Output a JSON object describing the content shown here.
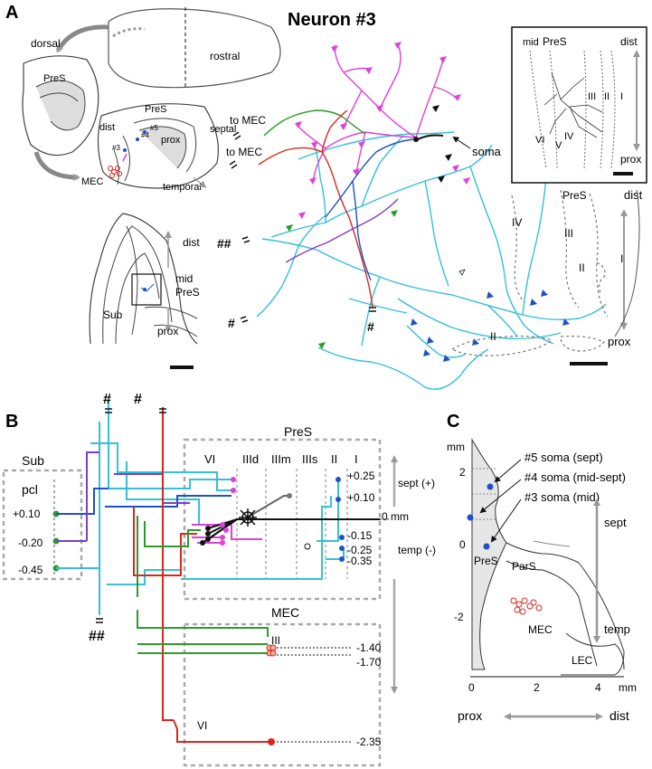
{
  "panel_a": {
    "letter": "A",
    "title": "Neuron #3",
    "brain_rostral": "rostral",
    "brain_dorsal": "dorsal",
    "slice_pres": "PreS",
    "slice2_pres": "PreS",
    "slice2_dist": "dist",
    "slice2_septal": "septal",
    "slice2_prox": "prox",
    "slice2_temporal": "temporal",
    "slice2_mec": "MEC",
    "slice2_n5": "#5",
    "slice2_n4": "#4",
    "slice2_n3": "#3",
    "slice3_dist": "dist",
    "slice3_mid": "mid",
    "slice3_pres": "PreS",
    "slice3_prox": "prox",
    "slice3_sub": "Sub",
    "to_mec_1": "to MEC",
    "to_mec_2": "to MEC",
    "hash_double": "##",
    "hash_single": "#",
    "hash_bottom": "#",
    "soma": "soma",
    "layer_iv": "IV",
    "layer_iii": "III",
    "layer_ii": "II",
    "layer_i": "I",
    "pres_label": "PreS",
    "dist": "dist",
    "prox": "prox",
    "inset_mid": "mid",
    "inset_pres": "PreS",
    "inset_dist": "dist",
    "inset_prox": "prox",
    "inset_vi": "VI",
    "inset_v": "V",
    "inset_iv": "IV",
    "inset_iii": "III",
    "inset_ii": "II",
    "inset_i": "I"
  },
  "panel_b": {
    "letter": "B",
    "sub": "Sub",
    "pcl": "pcl",
    "sub_values": [
      "+0.10",
      "-0.20",
      "-0.45"
    ],
    "hash_top_1": "#",
    "hash_top_2": "#",
    "hash_bottom": "##",
    "pres": "PreS",
    "layer_vi": "VI",
    "layer_iiid": "IIId",
    "layer_iiim": "IIIm",
    "layer_iiis": "IIIs",
    "layer_ii": "II",
    "layer_i": "I",
    "pres_values": [
      "+0.25",
      "+0.10",
      "-0.15",
      "-0.25",
      "-0.35"
    ],
    "zero_mm": "0 mm",
    "sept_plus": "sept (+)",
    "temp_minus": "temp (-)",
    "mec": "MEC",
    "mec_iii": "III",
    "mec_values": [
      "-1.40",
      "-1.70"
    ],
    "mec_vi": "VI",
    "mec_vi_value": "-2.35"
  },
  "panel_c": {
    "letter": "C",
    "mm_unit": "mm",
    "y_ticks": [
      "2",
      "0",
      "-2"
    ],
    "x_ticks": [
      "0",
      "2",
      "4"
    ],
    "x_unit": "mm",
    "soma5": "#5 soma (sept)",
    "soma4": "#4 soma (mid-sept)",
    "soma3": "#3 soma (mid)",
    "sept": "sept",
    "temp": "temp",
    "pres": "PreS",
    "pars": "ParS",
    "mec": "MEC",
    "lec": "LEC",
    "prox": "prox",
    "dist": "dist"
  },
  "colors": {
    "cyan": "#35c0d6",
    "magenta": "#e040d8",
    "red": "#d8281e",
    "green": "#2e9a2e",
    "purple": "#7d3fc8",
    "blue": "#2050c8",
    "gray": "#999999",
    "black": "#111111"
  }
}
